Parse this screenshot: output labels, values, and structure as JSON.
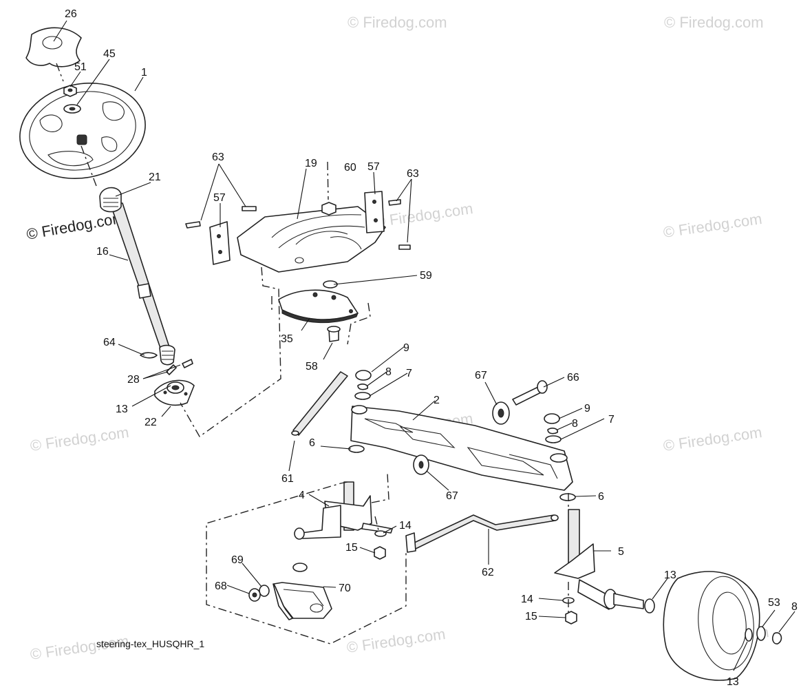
{
  "caption": "steering-tex_HUSQHR_1",
  "watermark": "© Firedog.com",
  "callouts": {
    "c26": "26",
    "c45": "45",
    "c51": "51",
    "c1": "1",
    "c21": "21",
    "c16": "16",
    "c64": "64",
    "c28": "28",
    "c13a": "13",
    "c22": "22",
    "c63a": "63",
    "c57a": "57",
    "c19": "19",
    "c60": "60",
    "c57b": "57",
    "c63b": "63",
    "c59": "59",
    "c35": "35",
    "c58": "58",
    "c9a": "9",
    "c8a": "8",
    "c7a": "7",
    "c67a": "67",
    "c66": "66",
    "c2": "2",
    "c9b": "9",
    "c8b": "8",
    "c7b": "7",
    "c6a": "6",
    "c6b": "6",
    "c61": "61",
    "c67b": "67",
    "c4": "4",
    "c14a": "14",
    "c15a": "15",
    "c62": "62",
    "c5": "5",
    "c69": "69",
    "c68": "68",
    "c70": "70",
    "c13b": "13",
    "c14b": "14",
    "c15b": "15",
    "c53": "53",
    "c8c": "8",
    "c13c": "13"
  }
}
